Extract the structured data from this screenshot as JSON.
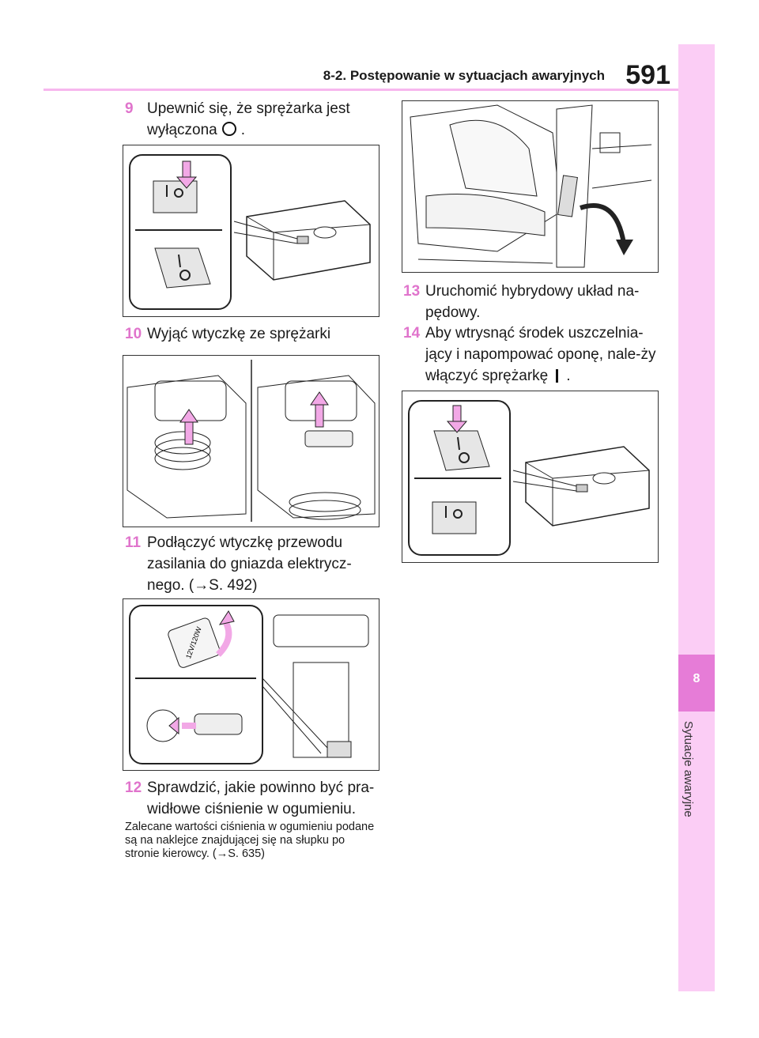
{
  "header": {
    "title": "8-2. Postępowanie w sytuacjach awaryjnych",
    "page_number": "591"
  },
  "side_tab": {
    "number": "8",
    "label": "Sytuacje awaryjne"
  },
  "steps": [
    {
      "num": "9",
      "text_before": "Upewnić się, że sprężarka jest wyłączona",
      "text_after": ".",
      "symbol": "off-circle-icon"
    },
    {
      "num": "10",
      "text": "Wyjąć wtyczkę ze sprężarki"
    },
    {
      "num": "11",
      "text": "Podłączyć wtyczkę przewodu zasilania do gniazda elektrycz-nego. (→S. 492)"
    },
    {
      "num": "12",
      "text": "Sprawdzić, jakie powinno być pra-widłowe ciśnienie w ogumieniu."
    },
    {
      "num": "13",
      "text": "Uruchomić hybrydowy układ na-pędowy."
    },
    {
      "num": "14",
      "text_before": "Aby wtrysnąć środek uszczelnia-jący i napompować oponę, nale-ży włączyć sprężarkę",
      "text_after": ".",
      "symbol": "on-bar-icon"
    }
  ],
  "note": "Zalecane wartości ciśnienia w ogumieniu podane są na naklejce znajdującej się na słupku po stronie kierowcy. (→S. 635)",
  "figures": {
    "plug_label": "12V/120W"
  },
  "colors": {
    "accent": "#e074cc",
    "tab": "#fbcdf5",
    "tab_dark": "#e67cd7",
    "arrow": "#f2a8e6"
  }
}
